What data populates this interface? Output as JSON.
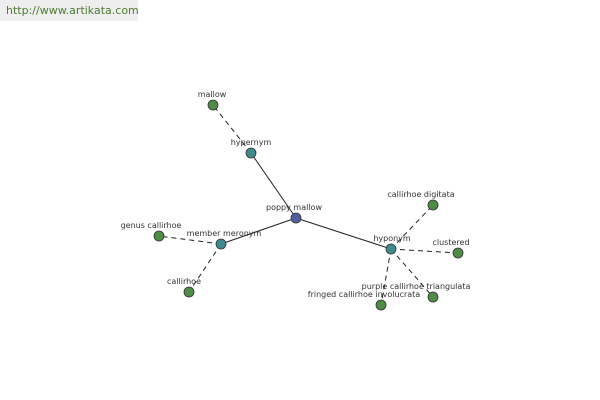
{
  "source_url": "http://www.artikata.com",
  "colors": {
    "center_node": "#4f5f9c",
    "relation_node": "#3f8a8c",
    "leaf_node": "#4f8c45",
    "node_stroke": "#333333",
    "edge": "#222222",
    "url_text": "#4e7a32"
  },
  "nodes": {
    "center": "poppy mallow",
    "hypernym": "hypernym",
    "hyponym": "hyponym",
    "member_meronym": "member meronym",
    "mallow": "mallow",
    "genus_callirhoe": "genus callirhoe",
    "callirhoe": "callirhoe",
    "callirhoe_digitata": "callirhoe digitata",
    "clustered": "clustered",
    "purple_callirhoe_triangulata": "purple callirhoe triangulata",
    "fringed_callirhoe_involucrata": "fringed callirhoe involucrata"
  }
}
